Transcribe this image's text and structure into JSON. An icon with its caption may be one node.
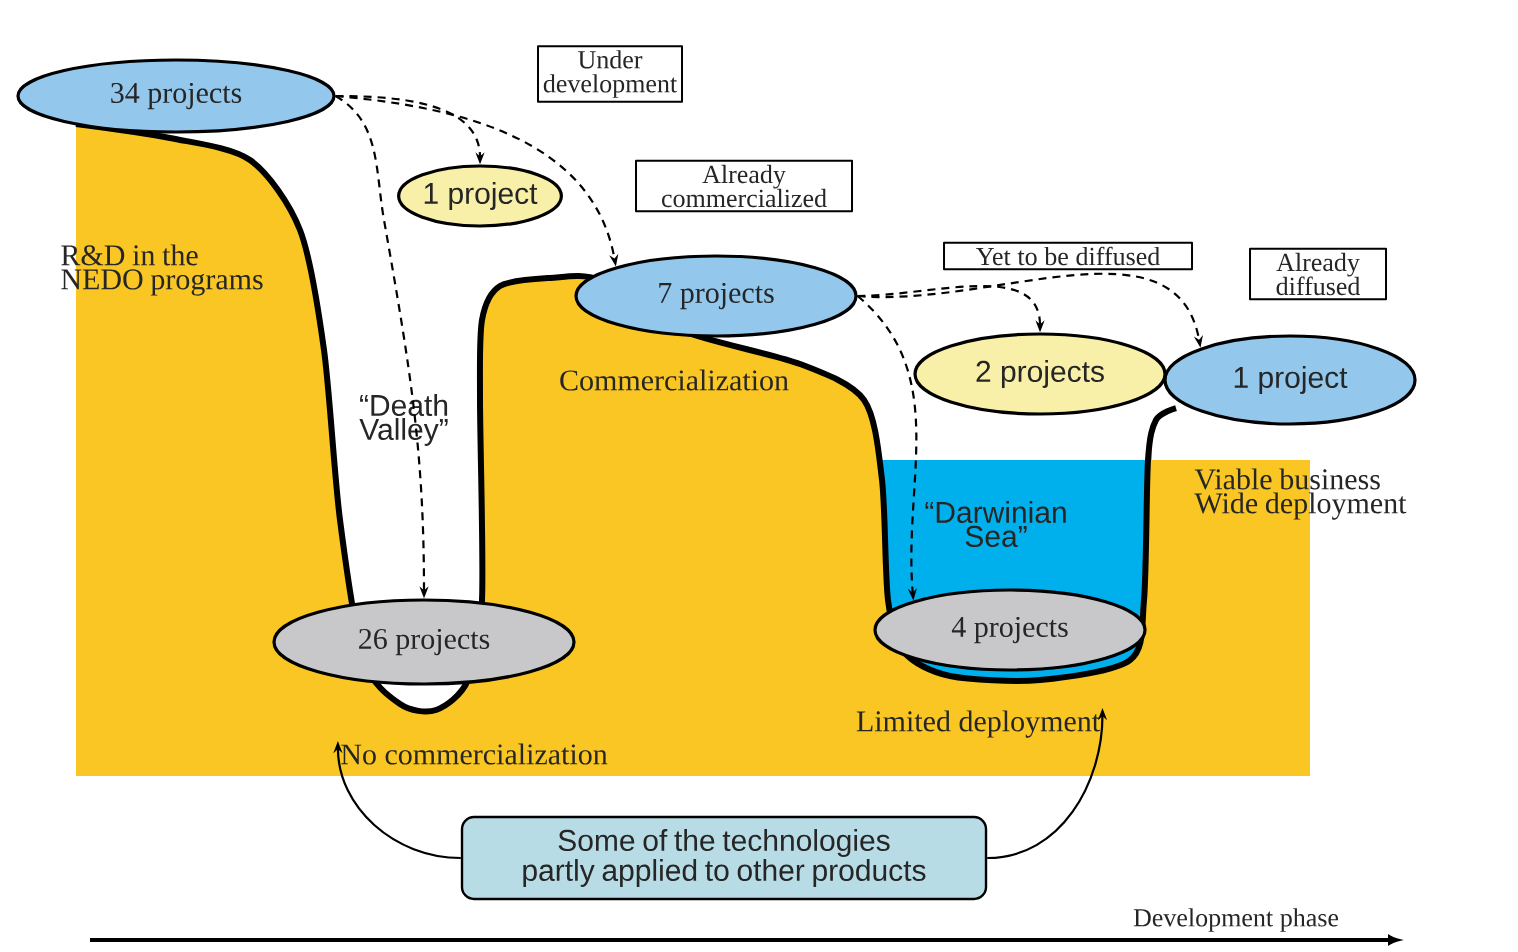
{
  "diagram": {
    "nodes": [
      {
        "text": [
          "34 projects"
        ]
      },
      {
        "text": [
          "Under development"
        ]
      },
      {
        "text": [
          "1 project"
        ]
      },
      {
        "text": [
          "Already commercialized"
        ]
      },
      {
        "text": [
          "7 projects"
        ]
      },
      {
        "text": [
          "Yet to be diffused"
        ]
      },
      {
        "text": [
          "2 projects"
        ]
      },
      {
        "text": [
          "Already diffused"
        ]
      },
      {
        "text": [
          "1 project"
        ]
      },
      {
        "text": [
          "26 projects"
        ]
      },
      {
        "text": [
          "4 projects"
        ]
      },
      {
        "text": [
          "No commercialization"
        ]
      },
      {
        "text": [
          "Limited deployment"
        ]
      },
      {
        "text": [
          "Some of the technologies partly applied to other products"
        ]
      }
    ],
    "edges": [
      {
        "from": 0,
        "to": 2,
        "arrow": "to",
        "style": "dashed"
      },
      {
        "from": 0,
        "to": 4,
        "arrow": "to",
        "style": "dashed"
      },
      {
        "from": 0,
        "to": 9,
        "arrow": "to",
        "style": "dashed"
      },
      {
        "from": 4,
        "to": 6,
        "arrow": "to",
        "style": "dashed"
      },
      {
        "from": 4,
        "to": 8,
        "arrow": "to",
        "style": "dashed"
      },
      {
        "from": 4,
        "to": 10,
        "arrow": "to",
        "style": "dashed"
      },
      {
        "from": 13,
        "to": 11,
        "arrow": "to"
      },
      {
        "from": 13,
        "to": 12,
        "arrow": "to"
      }
    ],
    "labels": [
      "R&D in the NEDO programs",
      "“Death Valley”",
      "Commercialization",
      "“Darwinian Sea”",
      "Viable business Wide deployment",
      "Development phase"
    ]
  }
}
